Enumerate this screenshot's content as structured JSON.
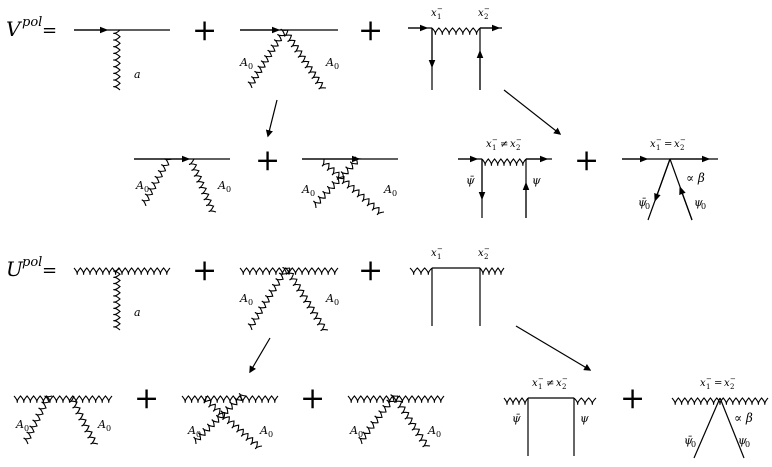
{
  "equations": {
    "v": {
      "symbol": "V",
      "superscript": "pol",
      "equals": "="
    },
    "u": {
      "symbol": "U",
      "superscript": "pol",
      "equals": "="
    }
  },
  "plus": "+",
  "labels": {
    "a": "a",
    "A0": "A",
    "A0_sub": "0",
    "x": "x",
    "sub1": "1",
    "sub2": "2",
    "minus": "−",
    "neq": "≠",
    "eq": "=",
    "psibar": "ψ̄",
    "psi": "ψ",
    "psibar0": "ψ̄",
    "psi0": "ψ",
    "zero": "0",
    "propto_beta": "∝ β"
  },
  "colors": {
    "ink": "#000000",
    "background": "#ffffff"
  }
}
